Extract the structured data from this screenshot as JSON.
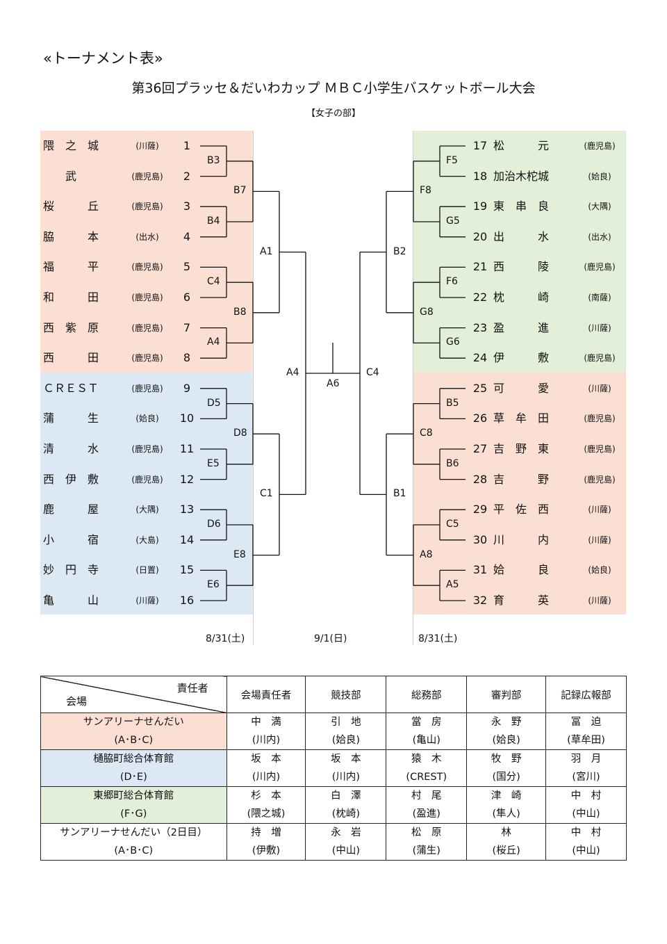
{
  "heading": "«トーナメント表»",
  "title": "第36回プラッセ＆だいわカップ ＭＢＣ小学生バスケットボール大会",
  "division": "【女子の部】",
  "colors": {
    "pink": "#fbdfd3",
    "blue": "#dce9f5",
    "green": "#e4efda",
    "line": "#111111"
  },
  "left_teams": [
    {
      "seed": "1",
      "name": "隈　之　城",
      "pref": "(川薩)"
    },
    {
      "seed": "2",
      "name": "　　武",
      "pref": "(鹿児島)"
    },
    {
      "seed": "3",
      "name": "桜　　　丘",
      "pref": "(鹿児島)"
    },
    {
      "seed": "4",
      "name": "脇　　　本",
      "pref": "(出水)"
    },
    {
      "seed": "5",
      "name": "福　　　平",
      "pref": "(鹿児島)"
    },
    {
      "seed": "6",
      "name": "和　　　田",
      "pref": "(鹿児島)"
    },
    {
      "seed": "7",
      "name": "西　紫　原",
      "pref": "(鹿児島)"
    },
    {
      "seed": "8",
      "name": "西　　　田",
      "pref": "(鹿児島)"
    },
    {
      "seed": "9",
      "name": "ＣＲＥＳＴ",
      "pref": "(鹿児島)"
    },
    {
      "seed": "10",
      "name": "蒲　　　生",
      "pref": "(姶良)"
    },
    {
      "seed": "11",
      "name": "清　　　水",
      "pref": "(鹿児島)"
    },
    {
      "seed": "12",
      "name": "西　伊　敷",
      "pref": "(鹿児島)"
    },
    {
      "seed": "13",
      "name": "鹿　　　屋",
      "pref": "(大隅)"
    },
    {
      "seed": "14",
      "name": "小　　　宿",
      "pref": "(大島)"
    },
    {
      "seed": "15",
      "name": "妙　円　寺",
      "pref": "(日置)"
    },
    {
      "seed": "16",
      "name": "亀　　　山",
      "pref": "(川薩)"
    }
  ],
  "right_teams": [
    {
      "seed": "17",
      "name": "松　　　元",
      "pref": "(鹿児島)"
    },
    {
      "seed": "18",
      "name": "加治木柁城",
      "pref": "(姶良)"
    },
    {
      "seed": "19",
      "name": "東　串　良",
      "pref": "(大隅)"
    },
    {
      "seed": "20",
      "name": "出　　　水",
      "pref": "(出水)"
    },
    {
      "seed": "21",
      "name": "西　　　陵",
      "pref": "(鹿児島)"
    },
    {
      "seed": "22",
      "name": "枕　　　崎",
      "pref": "(南薩)"
    },
    {
      "seed": "23",
      "name": "盈　　　進",
      "pref": "(川薩)"
    },
    {
      "seed": "24",
      "name": "伊　　　敷",
      "pref": "(鹿児島)"
    },
    {
      "seed": "25",
      "name": "可　　　愛",
      "pref": "(川薩)"
    },
    {
      "seed": "26",
      "name": "草　牟　田",
      "pref": "(鹿児島)"
    },
    {
      "seed": "27",
      "name": "吉　野　東",
      "pref": "(鹿児島)"
    },
    {
      "seed": "28",
      "name": "吉　　　野",
      "pref": "(鹿児島)"
    },
    {
      "seed": "29",
      "name": "平　佐　西",
      "pref": "(川薩)"
    },
    {
      "seed": "30",
      "name": "川　　　内",
      "pref": "(川薩)"
    },
    {
      "seed": "31",
      "name": "姶　　　良",
      "pref": "(姶良)"
    },
    {
      "seed": "32",
      "name": "育　　　英",
      "pref": "(川薩)"
    }
  ],
  "left_r1": [
    "B3",
    "B4",
    "C4",
    "A4",
    "D5",
    "E5",
    "D6",
    "E6"
  ],
  "left_r2": [
    "B7",
    "B8",
    "D8",
    "E8"
  ],
  "left_r3": [
    "A1",
    "C1"
  ],
  "left_semi": "A4",
  "final": "A6",
  "right_semi": "C4",
  "right_r3": [
    "B2",
    "B1"
  ],
  "right_r2": [
    "F8",
    "G8",
    "C8",
    "A8"
  ],
  "right_r1": [
    "F5",
    "G5",
    "F6",
    "G6",
    "B5",
    "B6",
    "C5",
    "A5"
  ],
  "dates": {
    "left": "8/31(土)",
    "center": "9/1(日)",
    "right": "8/31(土)"
  },
  "staff_table": {
    "corner_top": "責任者",
    "corner_bottom": "会場",
    "headers": [
      "会場責任者",
      "競技部",
      "総務部",
      "審判部",
      "記録広報部"
    ],
    "rows": [
      {
        "venue": "サンアリーナせんだい",
        "venue_sub": "(A･B･C)",
        "cells": [
          [
            "中　満",
            "(川内)"
          ],
          [
            "引　地",
            "(姶良)"
          ],
          [
            "當　房",
            "(亀山)"
          ],
          [
            "永　野",
            "(姶良)"
          ],
          [
            "冨　迫",
            "(草牟田)"
          ]
        ]
      },
      {
        "venue": "樋脇町総合体育館",
        "venue_sub": "(D･E)",
        "cells": [
          [
            "坂　本",
            "(川内)"
          ],
          [
            "坂　本",
            "(川内)"
          ],
          [
            "猿　木",
            "(CREST)"
          ],
          [
            "牧　野",
            "(国分)"
          ],
          [
            "羽　月",
            "(宮川)"
          ]
        ]
      },
      {
        "venue": "東郷町総合体育館",
        "venue_sub": "(F･G)",
        "cells": [
          [
            "杉　本",
            "(隈之城)"
          ],
          [
            "白　澤",
            "(枕崎)"
          ],
          [
            "村　尾",
            "(盈進)"
          ],
          [
            "津　崎",
            "(隼人)"
          ],
          [
            "中　村",
            "(中山)"
          ]
        ]
      },
      {
        "venue": "サンアリーナせんだい（2日目）",
        "venue_sub": "(A･B･C)",
        "cells": [
          [
            "持　増",
            "(伊敷)"
          ],
          [
            "永　岩",
            "(中山)"
          ],
          [
            "松　原",
            "(蒲生)"
          ],
          [
            "林",
            "(桜丘)"
          ],
          [
            "中　村",
            "(中山)"
          ]
        ]
      }
    ]
  }
}
